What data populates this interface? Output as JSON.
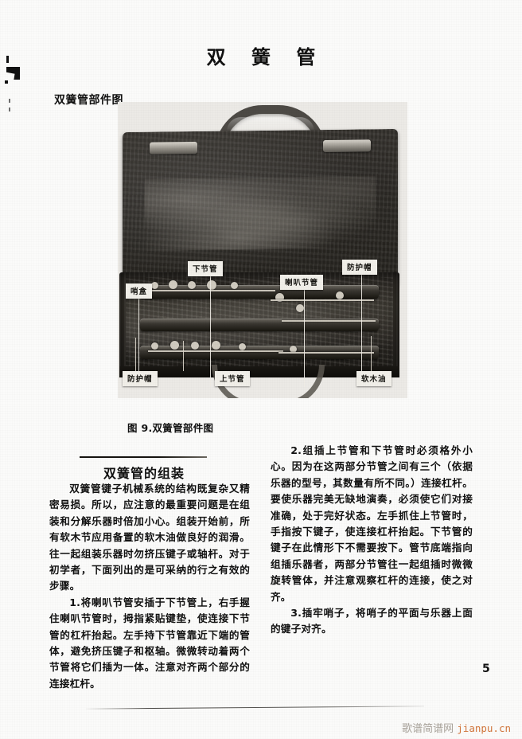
{
  "page": {
    "title": "双 簧 管",
    "subtitle": "双簧管部件图",
    "page_number": "5"
  },
  "figure": {
    "caption": "图 9.双簧管部件图",
    "alt_name": "oboe-case-photo",
    "labels_top": [
      {
        "name": "reed-case",
        "text": "哨盒"
      },
      {
        "name": "lower-joint",
        "text": "下节管"
      },
      {
        "name": "bell-joint",
        "text": "喇叭节管"
      },
      {
        "name": "protective-cap",
        "text": "防护帽"
      }
    ],
    "labels_bottom": [
      {
        "name": "protective-cap",
        "text": "防护帽"
      },
      {
        "name": "upper-joint",
        "text": "上节管"
      },
      {
        "name": "cork-grease",
        "text": "软木油"
      }
    ]
  },
  "article": {
    "heading": "双簧管的组装",
    "left_column": [
      "双簧管键子机械系统的结构既复杂又精密易损。所以，应注意的最重要问题是在组装和分解乐器时倍加小心。组装开始前，所有软木节应用备置的软木油做良好的润滑。往一起组装乐器时勿挤压键子或轴杆。对于初学者，下面列出的是可采纳的行之有效的步骤。",
      "1.将喇叭节管安插于下节管上，右手握住喇叭节管时，拇指紧贴键垫，使连接下节管的杠杆抬起。左手持下节管靠近下端的管体，避免挤压键子和枢轴。微微转动着两个节管将它们插为一体。注意对齐两个部分的连接杠杆。"
    ],
    "right_column": [
      "2.组插上节管和下节管时必须格外小心。因为在这两部分节管之间有三个（依据乐器的型号，其数量有所不同。）连接杠杆。要使乐器完美无缺地演奏，必须使它们对接准确，处于完好状态。左手抓住上节管时，手指按下键子，使连接杠杆抬起。下节管的键子在此情形下不需要按下。管节底端指向组插乐器者，两部分节管往一起组插时微微旋转管体，并注意观察杠杆的连接，使之对齐。",
      "3.插牢哨子，将哨子的平面与乐器上面的键子对齐。"
    ]
  },
  "watermark": {
    "site_name": "歌谱简谱网",
    "url": "jianpu.cn",
    "url_color": "#d2763c"
  }
}
